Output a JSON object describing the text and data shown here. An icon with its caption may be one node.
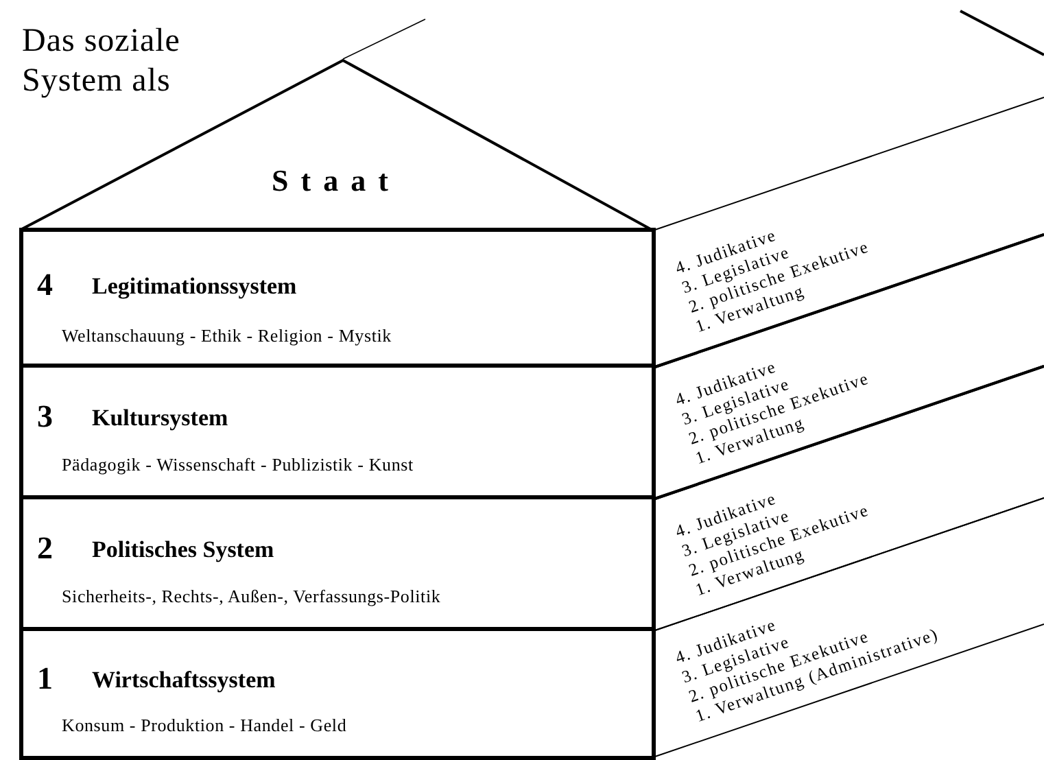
{
  "diagram": {
    "title": "Das soziale System als",
    "nodes": [
      {
        "text": [
          "Staat"
        ]
      },
      {
        "text": [
          "4",
          "Legitimationssystem",
          "Weltanschauung - Ethik - Religion - Mystik"
        ]
      },
      {
        "text": [
          "4. Judikative",
          "3. Legislative",
          "2. politische Exekutive",
          "1. Verwaltung"
        ]
      },
      {
        "text": [
          "3",
          "Kultursystem",
          "Pädagogik - Wissenschaft - Publizistik - Kunst"
        ]
      },
      {
        "text": [
          "4. Judikative",
          "3. Legislative",
          "2. politische Exekutive",
          "1. Verwaltung"
        ]
      },
      {
        "text": [
          "2",
          "Politisches System",
          "Sicherheits-, Rechts-, Außen-, Verfassungs-Politik"
        ]
      },
      {
        "text": [
          "4. Judikative",
          "3. Legislative",
          "2. politische Exekutive",
          "1. Verwaltung"
        ]
      },
      {
        "text": [
          "1",
          "Wirtschaftssystem",
          "Konsum - Produktion - Handel - Geld"
        ]
      },
      {
        "text": [
          "4. Judikative",
          "3. Legislative",
          "2. politische Exekutive",
          "1. Verwaltung (Administrative)"
        ]
      }
    ],
    "edges": []
  }
}
